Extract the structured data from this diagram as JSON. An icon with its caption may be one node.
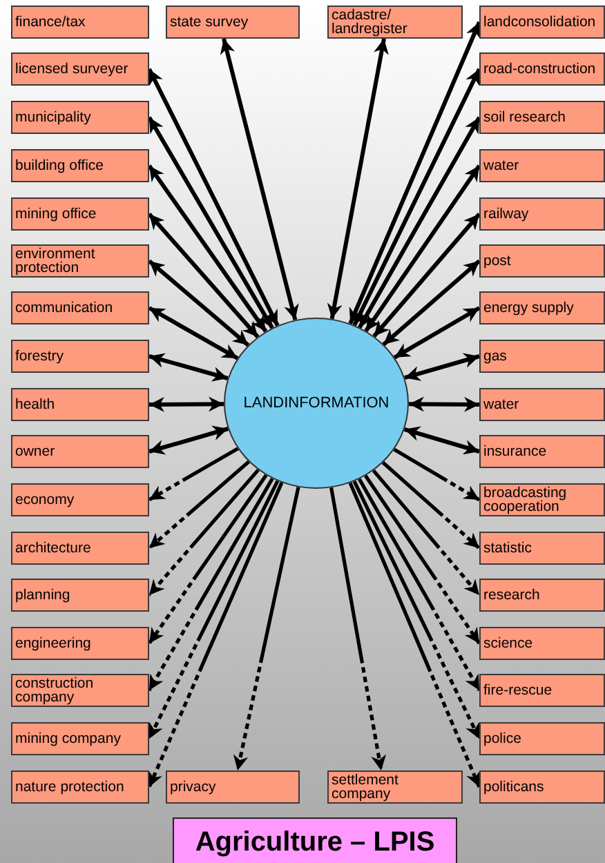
{
  "diagram": {
    "title": "Agriculture – LPIS",
    "nodes": [
      {
        "text": [
          "LANDINFORMATION"
        ]
      },
      {
        "text": [
          "finance/tax"
        ]
      },
      {
        "text": [
          "licensed surveyer"
        ]
      },
      {
        "text": [
          "municipality"
        ]
      },
      {
        "text": [
          "building office"
        ]
      },
      {
        "text": [
          "mining office"
        ]
      },
      {
        "text": [
          "environment protection"
        ]
      },
      {
        "text": [
          "communication"
        ]
      },
      {
        "text": [
          "forestry"
        ]
      },
      {
        "text": [
          "health"
        ]
      },
      {
        "text": [
          "owner"
        ]
      },
      {
        "text": [
          "economy"
        ]
      },
      {
        "text": [
          "architecture"
        ]
      },
      {
        "text": [
          "planning"
        ]
      },
      {
        "text": [
          "engineering"
        ]
      },
      {
        "text": [
          "construction company"
        ]
      },
      {
        "text": [
          "mining company"
        ]
      },
      {
        "text": [
          "nature protection"
        ]
      },
      {
        "text": [
          "state survey"
        ]
      },
      {
        "text": [
          "cadastre/ landregister"
        ]
      },
      {
        "text": [
          "landconsolidation"
        ]
      },
      {
        "text": [
          "road-construction"
        ]
      },
      {
        "text": [
          "soil research"
        ]
      },
      {
        "text": [
          "water"
        ]
      },
      {
        "text": [
          "railway"
        ]
      },
      {
        "text": [
          "post"
        ]
      },
      {
        "text": [
          "energy supply"
        ]
      },
      {
        "text": [
          "gas"
        ]
      },
      {
        "text": [
          "water"
        ]
      },
      {
        "text": [
          "insurance"
        ]
      },
      {
        "text": [
          "broadcasting cooperation"
        ]
      },
      {
        "text": [
          "statistic"
        ]
      },
      {
        "text": [
          "research"
        ]
      },
      {
        "text": [
          "science"
        ]
      },
      {
        "text": [
          "fire-rescue"
        ]
      },
      {
        "text": [
          "police"
        ]
      },
      {
        "text": [
          "politicans"
        ]
      },
      {
        "text": [
          "privacy"
        ]
      },
      {
        "text": [
          "settlement company"
        ]
      }
    ],
    "edges": [
      {
        "from": 0,
        "to": 2,
        "arrow": "both"
      },
      {
        "from": 0,
        "to": 3,
        "arrow": "both"
      },
      {
        "from": 0,
        "to": 4,
        "arrow": "both"
      },
      {
        "from": 0,
        "to": 5,
        "arrow": "both"
      },
      {
        "from": 0,
        "to": 6,
        "arrow": "both"
      },
      {
        "from": 0,
        "to": 7,
        "arrow": "both"
      },
      {
        "from": 0,
        "to": 8,
        "arrow": "both"
      },
      {
        "from": 0,
        "to": 9,
        "arrow": "both"
      },
      {
        "from": 0,
        "to": 10,
        "arrow": "both"
      },
      {
        "from": 0,
        "to": 11,
        "arrow": "to",
        "style": "dashed"
      },
      {
        "from": 0,
        "to": 12,
        "arrow": "to",
        "style": "dashed"
      },
      {
        "from": 0,
        "to": 13,
        "arrow": "to",
        "style": "dashed"
      },
      {
        "from": 0,
        "to": 14,
        "arrow": "to",
        "style": "dashed"
      },
      {
        "from": 0,
        "to": 15,
        "arrow": "to",
        "style": "dashed"
      },
      {
        "from": 0,
        "to": 16,
        "arrow": "to",
        "style": "dashed"
      },
      {
        "from": 0,
        "to": 17,
        "arrow": "to",
        "style": "dashed"
      },
      {
        "from": 0,
        "to": 18,
        "arrow": "both"
      },
      {
        "from": 0,
        "to": 19,
        "arrow": "both"
      },
      {
        "from": 0,
        "to": 20,
        "arrow": "both"
      },
      {
        "from": 0,
        "to": 21,
        "arrow": "both"
      },
      {
        "from": 0,
        "to": 22,
        "arrow": "both"
      },
      {
        "from": 0,
        "to": 23,
        "arrow": "both"
      },
      {
        "from": 0,
        "to": 24,
        "arrow": "both"
      },
      {
        "from": 0,
        "to": 25,
        "arrow": "both"
      },
      {
        "from": 0,
        "to": 26,
        "arrow": "both"
      },
      {
        "from": 0,
        "to": 27,
        "arrow": "both"
      },
      {
        "from": 0,
        "to": 28,
        "arrow": "both"
      },
      {
        "from": 0,
        "to": 29,
        "arrow": "both"
      },
      {
        "from": 0,
        "to": 30,
        "arrow": "to",
        "style": "dashed"
      },
      {
        "from": 0,
        "to": 31,
        "arrow": "to",
        "style": "dashed"
      },
      {
        "from": 0,
        "to": 32,
        "arrow": "to",
        "style": "dashed"
      },
      {
        "from": 0,
        "to": 33,
        "arrow": "to",
        "style": "dashed"
      },
      {
        "from": 0,
        "to": 34,
        "arrow": "to",
        "style": "dashed"
      },
      {
        "from": 0,
        "to": 35,
        "arrow": "to",
        "style": "dashed"
      },
      {
        "from": 0,
        "to": 36,
        "arrow": "to",
        "style": "dashed"
      },
      {
        "from": 0,
        "to": 37,
        "arrow": "to",
        "style": "dashed"
      },
      {
        "from": 0,
        "to": 38,
        "arrow": "to",
        "style": "dashed"
      }
    ]
  }
}
